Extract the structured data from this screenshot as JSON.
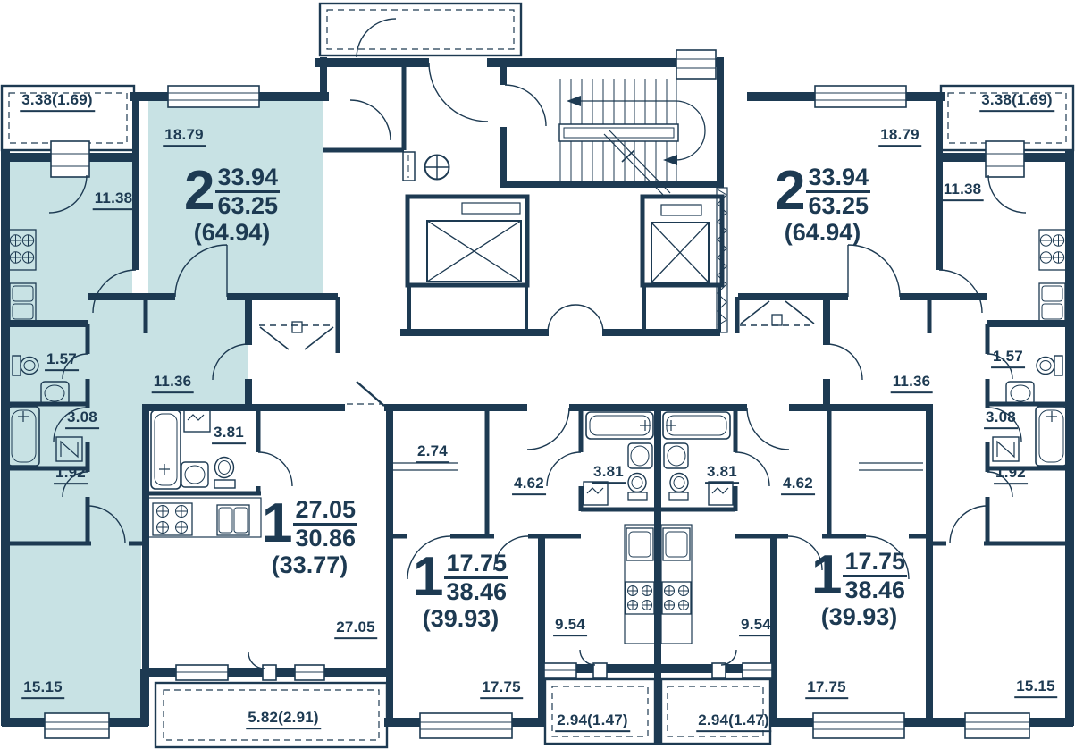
{
  "title": "Floor plan",
  "highlighted_apartment": "left-2room",
  "colors": {
    "ink": "#1d3a52",
    "highlight": "#c8e2e4",
    "background": "#ffffff"
  },
  "apartments": [
    {
      "key": "left-2room",
      "rooms": "2",
      "living": "33.94",
      "area": "63.25",
      "total": "(64.94)",
      "highlighted": true
    },
    {
      "key": "right-2room",
      "rooms": "2",
      "living": "33.94",
      "area": "63.25",
      "total": "(64.94)",
      "highlighted": false
    },
    {
      "key": "left-1room",
      "rooms": "1",
      "living": "27.05",
      "area": "30.86",
      "total": "(33.77)",
      "highlighted": false
    },
    {
      "key": "center-left-1room",
      "rooms": "1",
      "living": "17.75",
      "area": "38.46",
      "total": "(39.93)",
      "highlighted": false
    },
    {
      "key": "center-right-1room",
      "rooms": "1",
      "living": "17.75",
      "area": "38.46",
      "total": "(39.93)",
      "highlighted": false
    }
  ],
  "labels": {
    "l2_balcony": "3.38(1.69)",
    "l2_room": "18.79",
    "l2_kitchen": "11.38",
    "l2_corridor": "11.36",
    "l2_wc": "1.57",
    "l2_bath": "3.08",
    "l2_hall": "1.92",
    "l2_bedroom": "15.15",
    "r2_balcony": "3.38(1.69)",
    "r2_room": "18.79",
    "r2_kitchen": "11.38",
    "r2_corridor": "11.36",
    "r2_wc": "1.57",
    "r2_bath": "3.08",
    "r2_hall": "1.92",
    "r2_bedroom": "15.15",
    "l1_bath": "3.81",
    "l1_closet": "2.74",
    "l1_living": "27.05",
    "l1_balcony": "5.82(2.91)",
    "cl_hall": "4.62",
    "cl_bath": "3.81",
    "cl_kitchen": "9.54",
    "cl_room": "17.75",
    "cl_balcony": "2.94(1.47)",
    "cr_hall": "4.62",
    "cr_bath": "3.81",
    "cr_kitchen": "9.54",
    "cr_room": "17.75",
    "cr_balcony": "2.94(1.47)"
  }
}
